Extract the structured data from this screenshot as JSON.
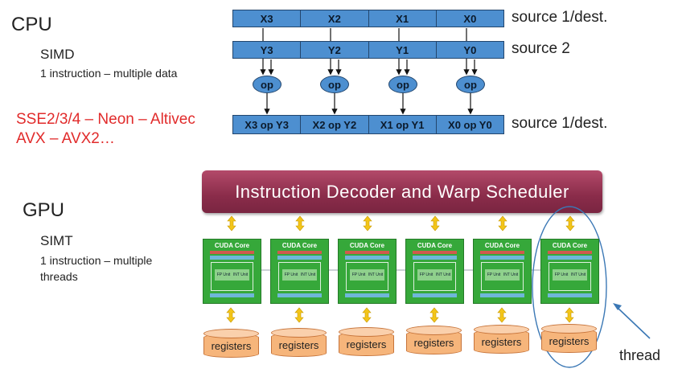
{
  "cpu": {
    "title": "CPU",
    "model": "SIMD",
    "model_desc": "1 instruction – multiple data",
    "isa_line1": "SSE2/3/4 – Neon – Altivec",
    "isa_line2": "AVX – AVX2…",
    "rows": [
      {
        "cells": [
          "X3",
          "X2",
          "X1",
          "X0"
        ],
        "label": "source 1/dest."
      },
      {
        "cells": [
          "Y3",
          "Y2",
          "Y1",
          "Y0"
        ],
        "label": "source 2"
      },
      {
        "cells": [
          "X3 op Y3",
          "X2 op Y2",
          "X1 op Y1",
          "X0 op Y0"
        ],
        "label": "source 1/dest."
      }
    ],
    "op_label": "op"
  },
  "gpu": {
    "title": "GPU",
    "model": "SIMT",
    "model_desc_line1": "1 instruction – multiple",
    "model_desc_line2": "threads",
    "banner": "Instruction Decoder and Warp Scheduler",
    "core_title": "CUDA Core",
    "core_units": [
      "FP Unit",
      "INT Unit"
    ],
    "register_label": "registers",
    "thread_label": "thread"
  },
  "colors": {
    "simd_blue": "#4d8fd0",
    "banner": "#8a2c4a",
    "core_green": "#36a83a",
    "register_orange": "#f6b57b",
    "arrow_yellow": "#f3c519",
    "isa_red": "#e12b2b",
    "thread_blue": "#3b78b5"
  }
}
